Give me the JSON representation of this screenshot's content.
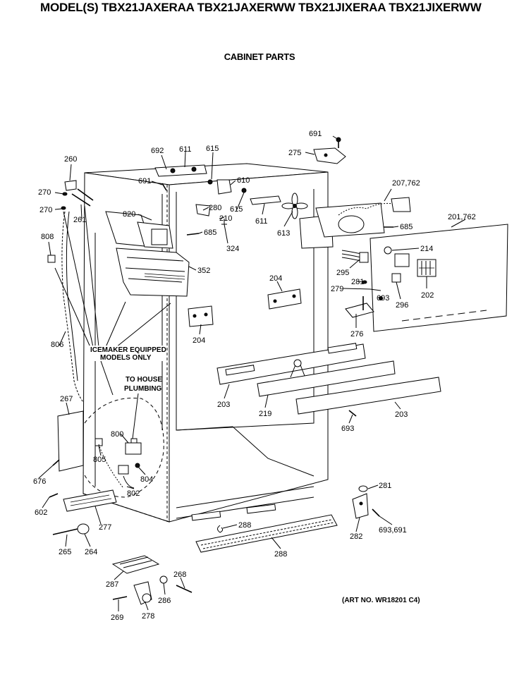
{
  "header": {
    "models": "MODEL(S) TBX21JAXERAA TBX21JAXERWW TBX21JIXERAA TBX21JIXERWW",
    "subtitle": "CABINET PARTS"
  },
  "notes": {
    "icemaker_line1": "ICEMAKER EQUIPPED",
    "icemaker_line2": "MODELS ONLY",
    "plumbing_line1": "TO HOUSE",
    "plumbing_line2": "PLUMBING",
    "art_no": "(ART NO. WR18201 C4)"
  },
  "part_labels": [
    "691",
    "275",
    "260",
    "692",
    "611",
    "615",
    "691",
    "610",
    "270",
    "207,762",
    "270",
    "261",
    "820",
    "280",
    "615",
    "210",
    "611",
    "613",
    "685",
    "685",
    "201,762",
    "808",
    "324",
    "214",
    "352",
    "295",
    "204",
    "281",
    "279",
    "693",
    "296",
    "202",
    "276",
    "204",
    "806",
    "203",
    "219",
    "203",
    "693",
    "267",
    "800",
    "805",
    "804",
    "676",
    "802",
    "281",
    "602",
    "277",
    "288",
    "282",
    "693,691",
    "265",
    "264",
    "288",
    "287",
    "268",
    "286",
    "269",
    "278"
  ]
}
